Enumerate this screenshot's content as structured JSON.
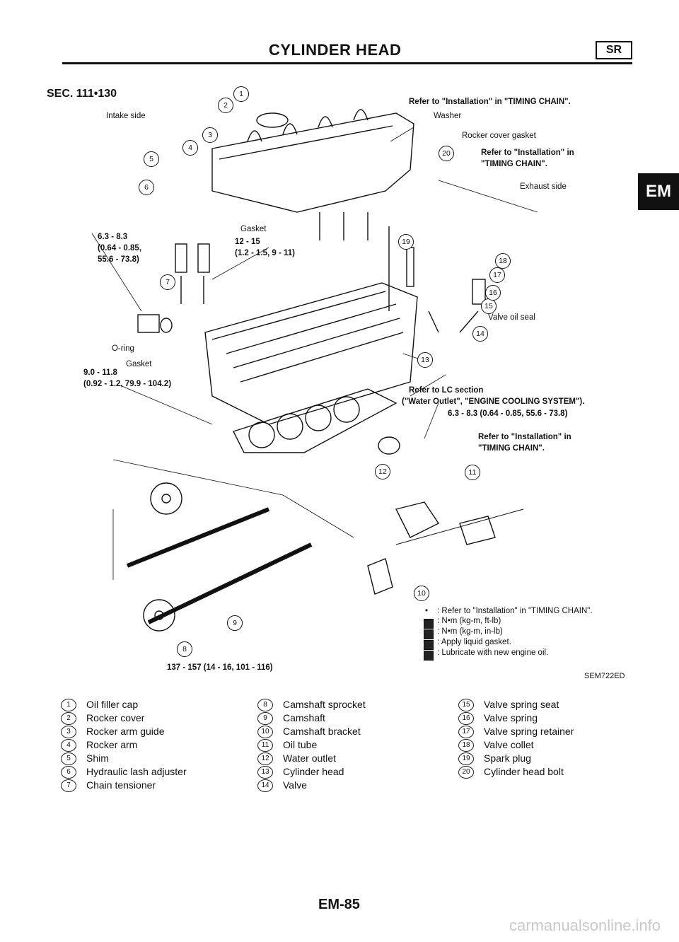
{
  "header": {
    "title": "CYLINDER HEAD",
    "badge": "SR"
  },
  "side_tab": "EM",
  "section_code": "SEC. 111•130",
  "diagram_labels": {
    "intake_side": "Intake side",
    "exhaust_side": "Exhaust side",
    "washer": "Washer",
    "rocker_cover_gasket": "Rocker cover gasket",
    "gasket1": "Gasket",
    "gasket2": "Gasket",
    "o_ring": "O-ring",
    "valve_oil_seal": "Valve oil seal",
    "torque_a_line1": "6.3 - 8.3",
    "torque_a_line2": "(0.64 - 0.85,",
    "torque_a_line3": "55.6 - 73.8)",
    "torque_b_line1": "12 - 15",
    "torque_b_line2": "(1.2 - 1.5, 9 - 11)",
    "torque_c_line1": "9.0 - 11.8",
    "torque_c_line2": "(0.92 - 1.2, 79.9 - 104.2)",
    "ref_timing_1": "Refer to \"Installation\" in \"TIMING CHAIN\".",
    "ref_timing_2_line1": "Refer to \"Installation\" in",
    "ref_timing_2_line2": "\"TIMING CHAIN\".",
    "ref_lc_line1": "Refer to LC section",
    "ref_lc_line2": "(\"Water Outlet\", \"ENGINE COOLING SYSTEM\").",
    "torque_d": "6.3 - 8.3 (0.64 - 0.85, 55.6 - 73.8)",
    "ref_timing_3_line1": "Refer to \"Installation\" in",
    "ref_timing_3_line2": "\"TIMING CHAIN\".",
    "torque_e": "137 - 157 (14 - 16, 101 - 116)"
  },
  "key": [
    {
      "sym": "•",
      "text": ": Refer to \"Installation\" in \"TIMING CHAIN\"."
    },
    {
      "sym": "",
      "text": ": N•m (kg-m, ft-lb)"
    },
    {
      "sym": "",
      "text": ": N•m (kg-m, in-lb)"
    },
    {
      "sym": "",
      "text": ": Apply liquid gasket."
    },
    {
      "sym": "",
      "text": ": Lubricate with new engine oil."
    }
  ],
  "figure_code": "SEM722ED",
  "legend": {
    "col1": [
      {
        "n": "1",
        "label": "Oil filler cap"
      },
      {
        "n": "2",
        "label": "Rocker cover"
      },
      {
        "n": "3",
        "label": "Rocker arm guide"
      },
      {
        "n": "4",
        "label": "Rocker arm"
      },
      {
        "n": "5",
        "label": "Shim"
      },
      {
        "n": "6",
        "label": "Hydraulic lash adjuster"
      },
      {
        "n": "7",
        "label": "Chain tensioner"
      }
    ],
    "col2": [
      {
        "n": "8",
        "label": "Camshaft sprocket"
      },
      {
        "n": "9",
        "label": "Camshaft"
      },
      {
        "n": "10",
        "label": "Camshaft bracket"
      },
      {
        "n": "11",
        "label": "Oil tube"
      },
      {
        "n": "12",
        "label": "Water outlet"
      },
      {
        "n": "13",
        "label": "Cylinder head"
      },
      {
        "n": "14",
        "label": "Valve"
      }
    ],
    "col3": [
      {
        "n": "15",
        "label": "Valve spring seat"
      },
      {
        "n": "16",
        "label": "Valve spring"
      },
      {
        "n": "17",
        "label": "Valve spring retainer"
      },
      {
        "n": "18",
        "label": "Valve collet"
      },
      {
        "n": "19",
        "label": "Spark plug"
      },
      {
        "n": "20",
        "label": "Cylinder head bolt"
      }
    ]
  },
  "callouts": [
    "1",
    "2",
    "3",
    "4",
    "5",
    "6",
    "7",
    "8",
    "9",
    "10",
    "11",
    "12",
    "13",
    "14",
    "15",
    "16",
    "17",
    "18",
    "19",
    "20"
  ],
  "page_number": "EM-85",
  "watermark": "carmanualsonline.info"
}
